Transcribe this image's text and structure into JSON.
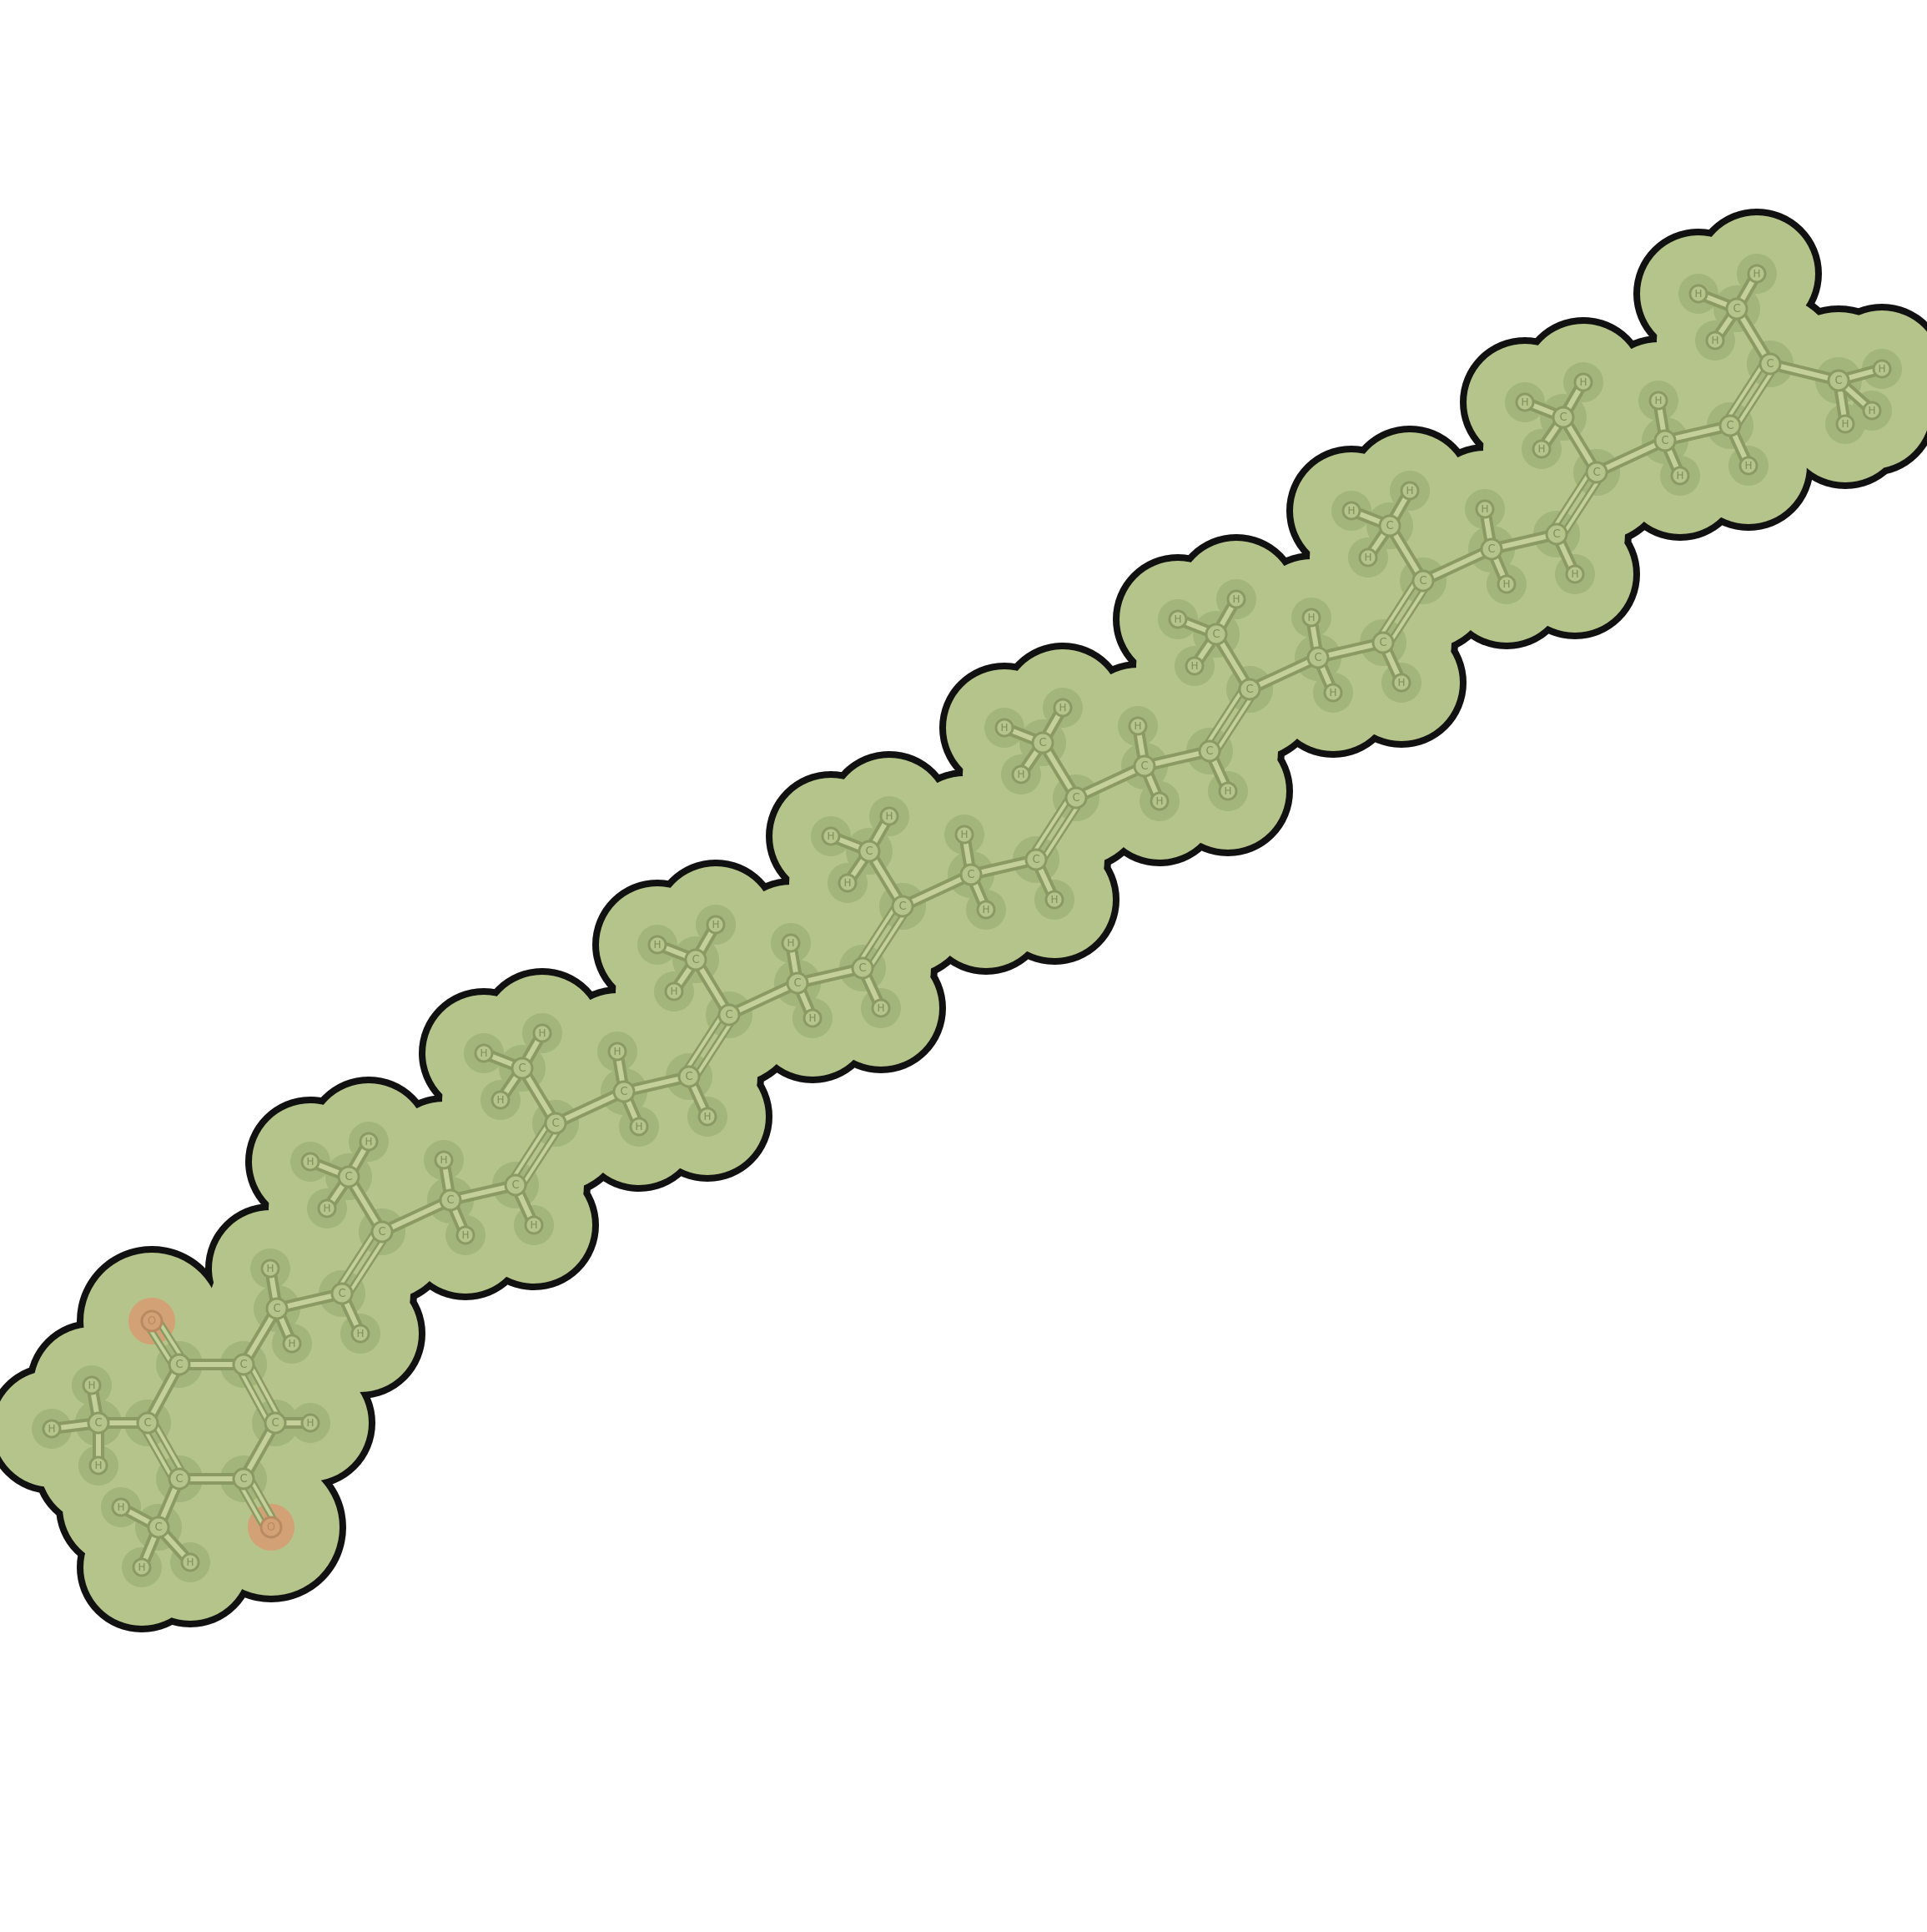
{
  "molecule": {
    "atom_labels": {
      "carbon": "C",
      "hydrogen": "H",
      "oxygen": "O"
    },
    "colors": {
      "background": "#ffffff",
      "surface_fill": "#b5c48a",
      "surface_outline": "#111111",
      "atom_halo": "#a3b57a",
      "bond_dark": "#8a9a62",
      "bond_light": "#c3d09a",
      "oxygen_halo": "#d2a276",
      "oxygen_ring": "#b88a60",
      "label": "#7f8e58"
    }
  }
}
